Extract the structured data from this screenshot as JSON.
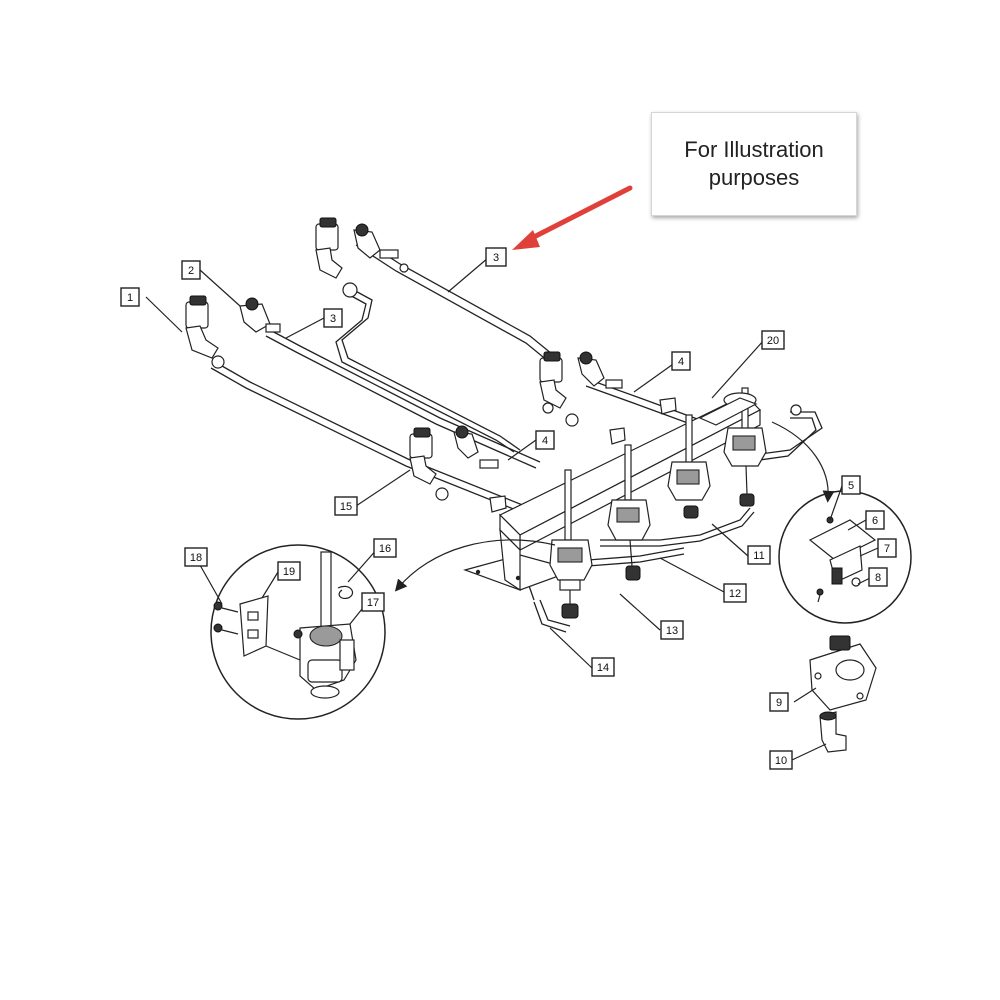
{
  "note": {
    "text": "For Illustration purposes"
  },
  "arrow_color": "#e0403a",
  "callouts": {
    "c1": "1",
    "c2": "2",
    "c3a": "3",
    "c3b": "3",
    "c4a": "4",
    "c4b": "4",
    "c5": "5",
    "c6": "6",
    "c7": "7",
    "c8": "8",
    "c9": "9",
    "c10": "10",
    "c11": "11",
    "c12": "12",
    "c13": "13",
    "c14": "14",
    "c15": "15",
    "c16": "16",
    "c17": "17",
    "c18": "18",
    "c19": "19",
    "c20": "20"
  }
}
